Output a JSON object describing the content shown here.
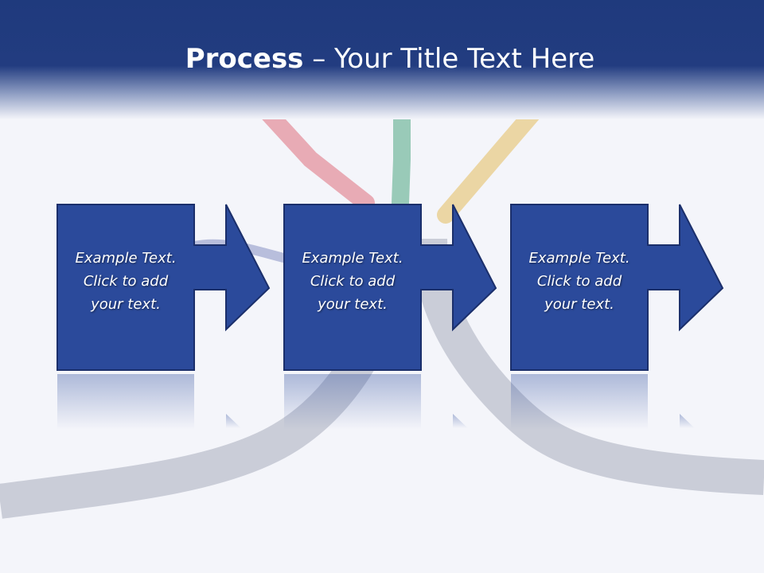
{
  "slide": {
    "title_bold": "Process",
    "title_rest": "– Your Title Text Here"
  },
  "steps": [
    {
      "line1": "Example Text.",
      "line2": "Click  to add",
      "line3": "your text."
    },
    {
      "line1": "Example Text.",
      "line2": "Click  to add",
      "line3": "your text."
    },
    {
      "line1": "Example Text.",
      "line2": "Click  to add",
      "line3": "your text."
    }
  ],
  "colors": {
    "header": "#223c80",
    "box_fill": "#2b4a9b",
    "box_border": "#1b2f6b",
    "background": "#f4f5fa"
  }
}
